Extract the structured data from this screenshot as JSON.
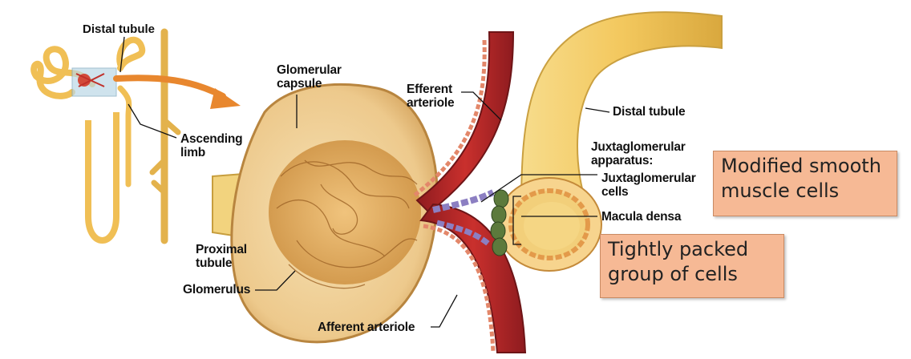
{
  "labels": {
    "distal_tubule_top": "Distal tubule",
    "ascending_limb": "Ascending\nlimb",
    "glomerular_capsule": "Glomerular\ncapsule",
    "efferent_arteriole": "Efferent\narteriole",
    "distal_tubule_right": "Distal tubule",
    "jga_heading": "Juxtaglomerular\napparatus:",
    "jg_cells": "Juxtaglomerular\ncells",
    "macula_densa": "Macula densa",
    "proximal_tubule": "Proximal\ntubule",
    "glomerulus": "Glomerulus",
    "afferent_arteriole": "Afferent arteriole"
  },
  "callouts": {
    "jg_cells_note": "Modified smooth\nmuscle cells",
    "macula_densa_note": "Tightly packed\ngroup of cells"
  },
  "colors": {
    "tubule": "#f2c96a",
    "tubule_dark": "#c99a35",
    "capsule": "#e9c48a",
    "glomerulus": "#d9a24a",
    "artery": "#b3262a",
    "artery_light": "#d84a3e",
    "macula": "#5c7a3c",
    "jg_cells": "#8c7fc2",
    "arrow": "#e8872e",
    "callout_bg": "#f6b995"
  }
}
